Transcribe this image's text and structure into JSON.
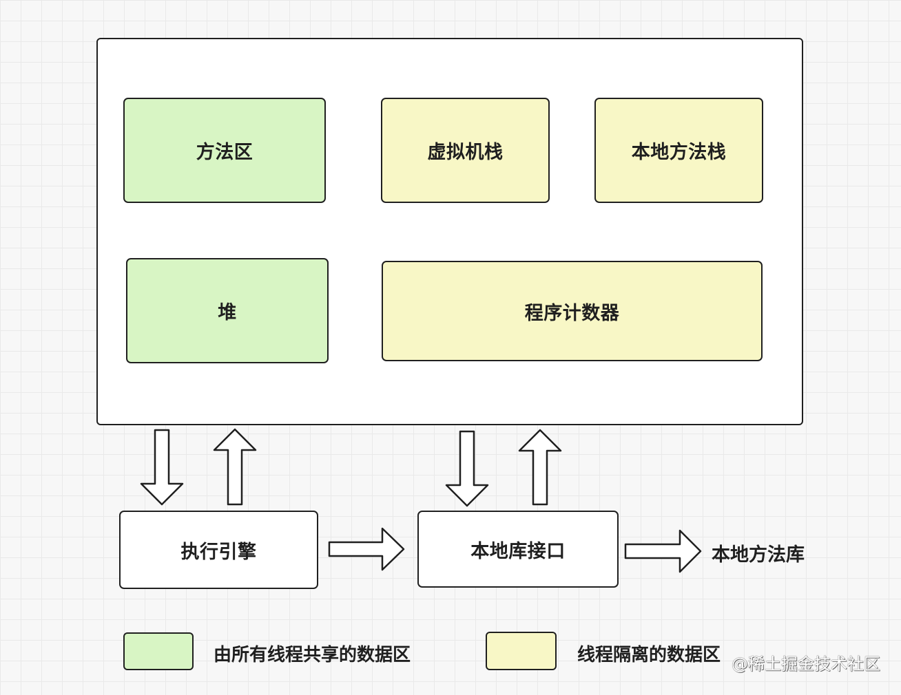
{
  "runtime_areas": {
    "method_area": "方法区",
    "vm_stack": "虚拟机栈",
    "native_method_stack": "本地方法栈",
    "heap": "堆",
    "program_counter": "程序计数器"
  },
  "execution_engine": "执行引擎",
  "native_interface": "本地库接口",
  "native_library": "本地方法库",
  "legend": {
    "shared": "由所有线程共享的数据区",
    "isolated": "线程隔离的数据区"
  },
  "watermark": "@稀土掘金技术社区",
  "colors": {
    "shared_fill": "#d8f5c4",
    "isolated_fill": "#f8f7c6",
    "outline": "#1f1f1f"
  }
}
